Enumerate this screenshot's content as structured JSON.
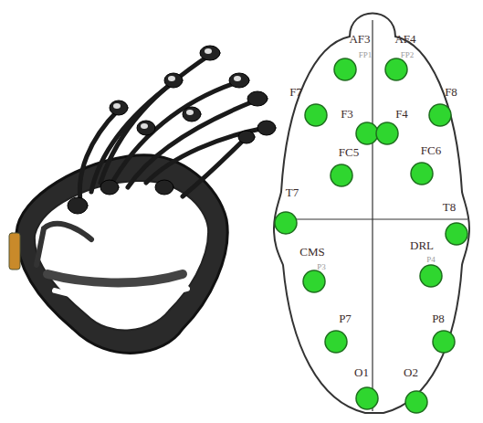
{
  "diagram": {
    "labels": [
      "AF3",
      "FP1",
      "AF4",
      "FP2",
      "F7",
      "F3",
      "F4",
      "F8",
      "FC5",
      "FC6",
      "T7",
      "T8",
      "CMS",
      "P3",
      "DRL",
      "P4",
      "P7",
      "P8",
      "O1",
      "O2"
    ]
  }
}
